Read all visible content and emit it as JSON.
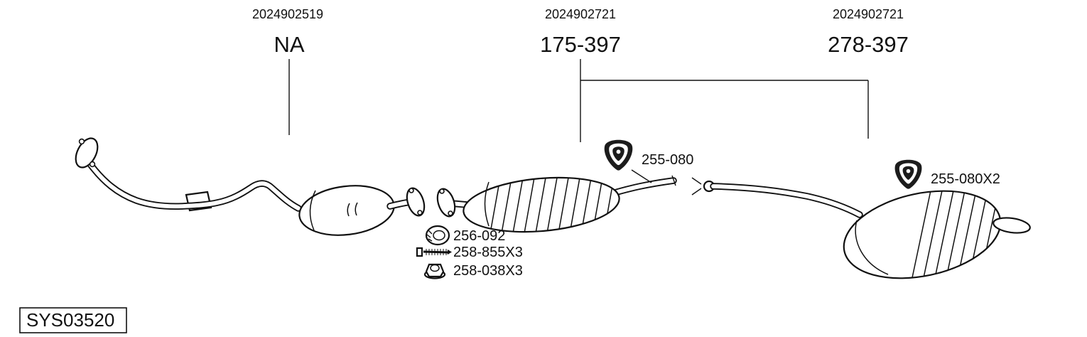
{
  "header": {
    "groups": [
      {
        "part_number": "2024902519",
        "variant": "NA"
      },
      {
        "part_number": "2024902721",
        "variant": "175-397"
      },
      {
        "part_number": "2024902721",
        "variant": "278-397"
      }
    ]
  },
  "callouts": {
    "center_hanger": {
      "label": "255-080",
      "icon": "brand-logo"
    },
    "rear_hanger": {
      "label": "255-080X2",
      "icon": "brand-logo"
    },
    "gasket": {
      "label": "256-092",
      "icon": "gasket-ring"
    },
    "bolt": {
      "label": "258-855X3",
      "icon": "bolt"
    },
    "nut": {
      "label": "258-038X3",
      "icon": "flange-nut"
    }
  },
  "footer": {
    "system_id": "SYS03520"
  },
  "colors": {
    "line": "#111111",
    "background": "#ffffff"
  }
}
